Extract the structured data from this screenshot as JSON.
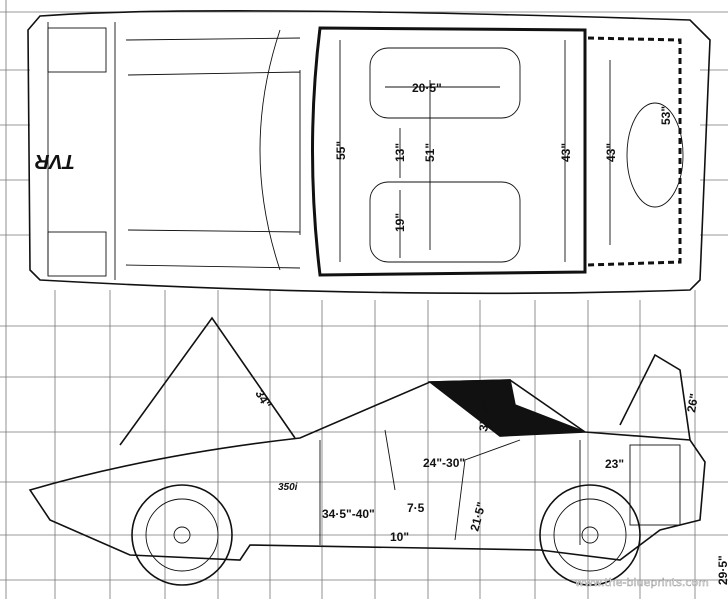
{
  "title_logo": "TVR",
  "model_badge": "350i",
  "watermark": "www.the-blueprints.com",
  "top_view": {
    "seat_width": "20·5\"",
    "cabin_length": "55\"",
    "seat_gap": "13\"",
    "interior_width": "51\"",
    "cabin_width": "43\"",
    "boot_length": "43\"",
    "boot_width": "53\"",
    "seat_depth": "19\""
  },
  "side_view": {
    "bonnet_open": "34\"",
    "headroom": "37·5\"",
    "boot_lid_open": "26\"",
    "steering_reach": "24\"-30\"",
    "boot_depth": "23\"",
    "leg_room": "34·5\"-40\"",
    "wheel_height": "7·5",
    "seat_back": "21·5\"",
    "seat_height": "10\"",
    "boot_sill_height": "29·5\""
  }
}
